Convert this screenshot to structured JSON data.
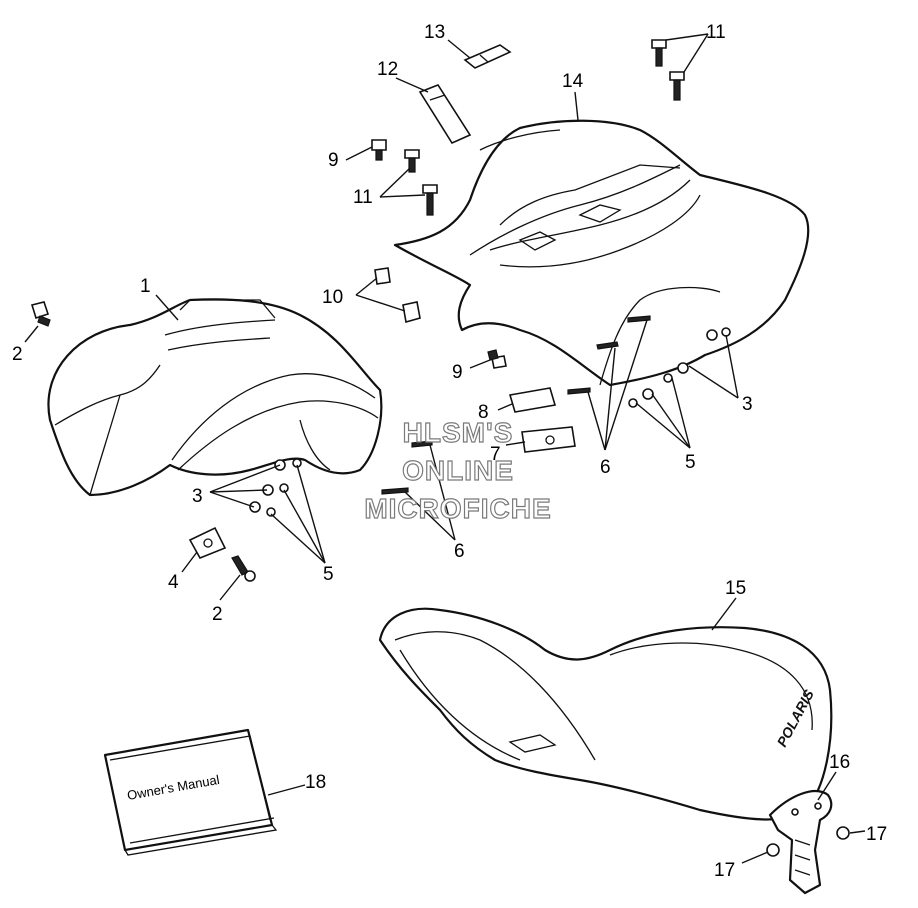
{
  "callouts": {
    "c1": "1",
    "c2a": "2",
    "c2b": "2",
    "c3a": "3",
    "c3b": "3",
    "c4": "4",
    "c5a": "5",
    "c5b": "5",
    "c6a": "6",
    "c6b": "6",
    "c7": "7",
    "c8": "8",
    "c9a": "9",
    "c9b": "9",
    "c10": "10",
    "c11a": "11",
    "c11b": "11",
    "c12": "12",
    "c13": "13",
    "c14": "14",
    "c15": "15",
    "c16": "16",
    "c17a": "17",
    "c17b": "17",
    "c18": "18"
  },
  "manual_label": "Owner's Manual",
  "seat_logo": "POLARIS",
  "watermark": {
    "line1": "HLSM'S",
    "line2": "ONLINE",
    "line3": "MICROFICHE"
  }
}
